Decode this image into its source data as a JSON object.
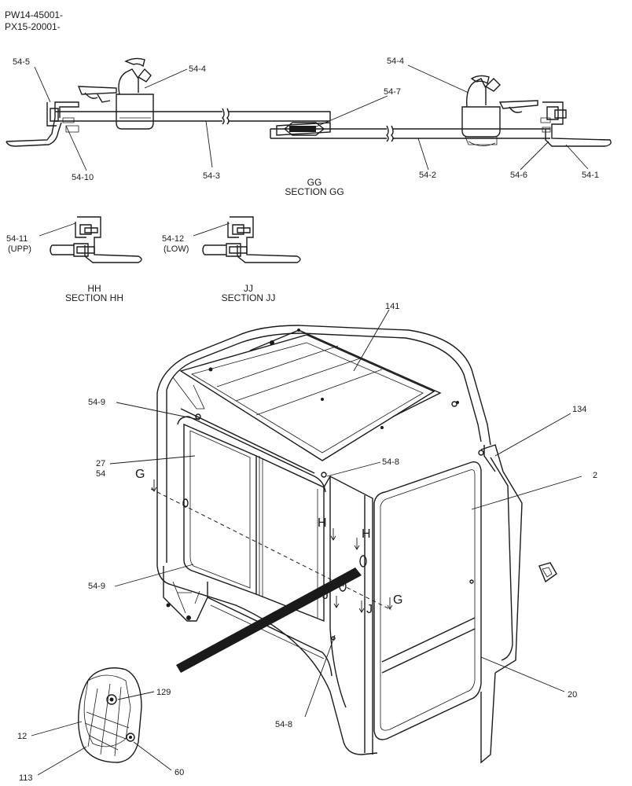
{
  "header": {
    "line1": "PW14-45001-",
    "line2": "PX15-20001-"
  },
  "sections": {
    "gg_letters": "GG",
    "gg_title": "SECTION GG",
    "hh_letters": "HH",
    "hh_title": "SECTION HH",
    "jj_letters": "JJ",
    "jj_title": "SECTION JJ"
  },
  "cut_marks": {
    "g_left": "G",
    "g_right": "G",
    "h_left": "H",
    "h_right": "H",
    "j_left": "J",
    "j_right": "J"
  },
  "callouts": {
    "p54_1": "54-1",
    "p54_2": "54-2",
    "p54_3": "54-3",
    "p54_4_left": "54-4",
    "p54_4_right": "54-4",
    "p54_5": "54-5",
    "p54_6": "54-6",
    "p54_7": "54-7",
    "p54_8_top": "54-8",
    "p54_8_bottom": "54-8",
    "p54_9_top": "54-9",
    "p54_9_bottom": "54-9",
    "p54_10": "54-10",
    "p54_11": "54-11",
    "p54_11_note": "(UPP)",
    "p54_12": "54-12",
    "p54_12_note": "(LOW)",
    "p141": "141",
    "p134": "134",
    "p27": "27",
    "p54": "54",
    "p2": "2",
    "p20": "20",
    "p129": "129",
    "p12": "12",
    "p113": "113",
    "p60": "60"
  }
}
